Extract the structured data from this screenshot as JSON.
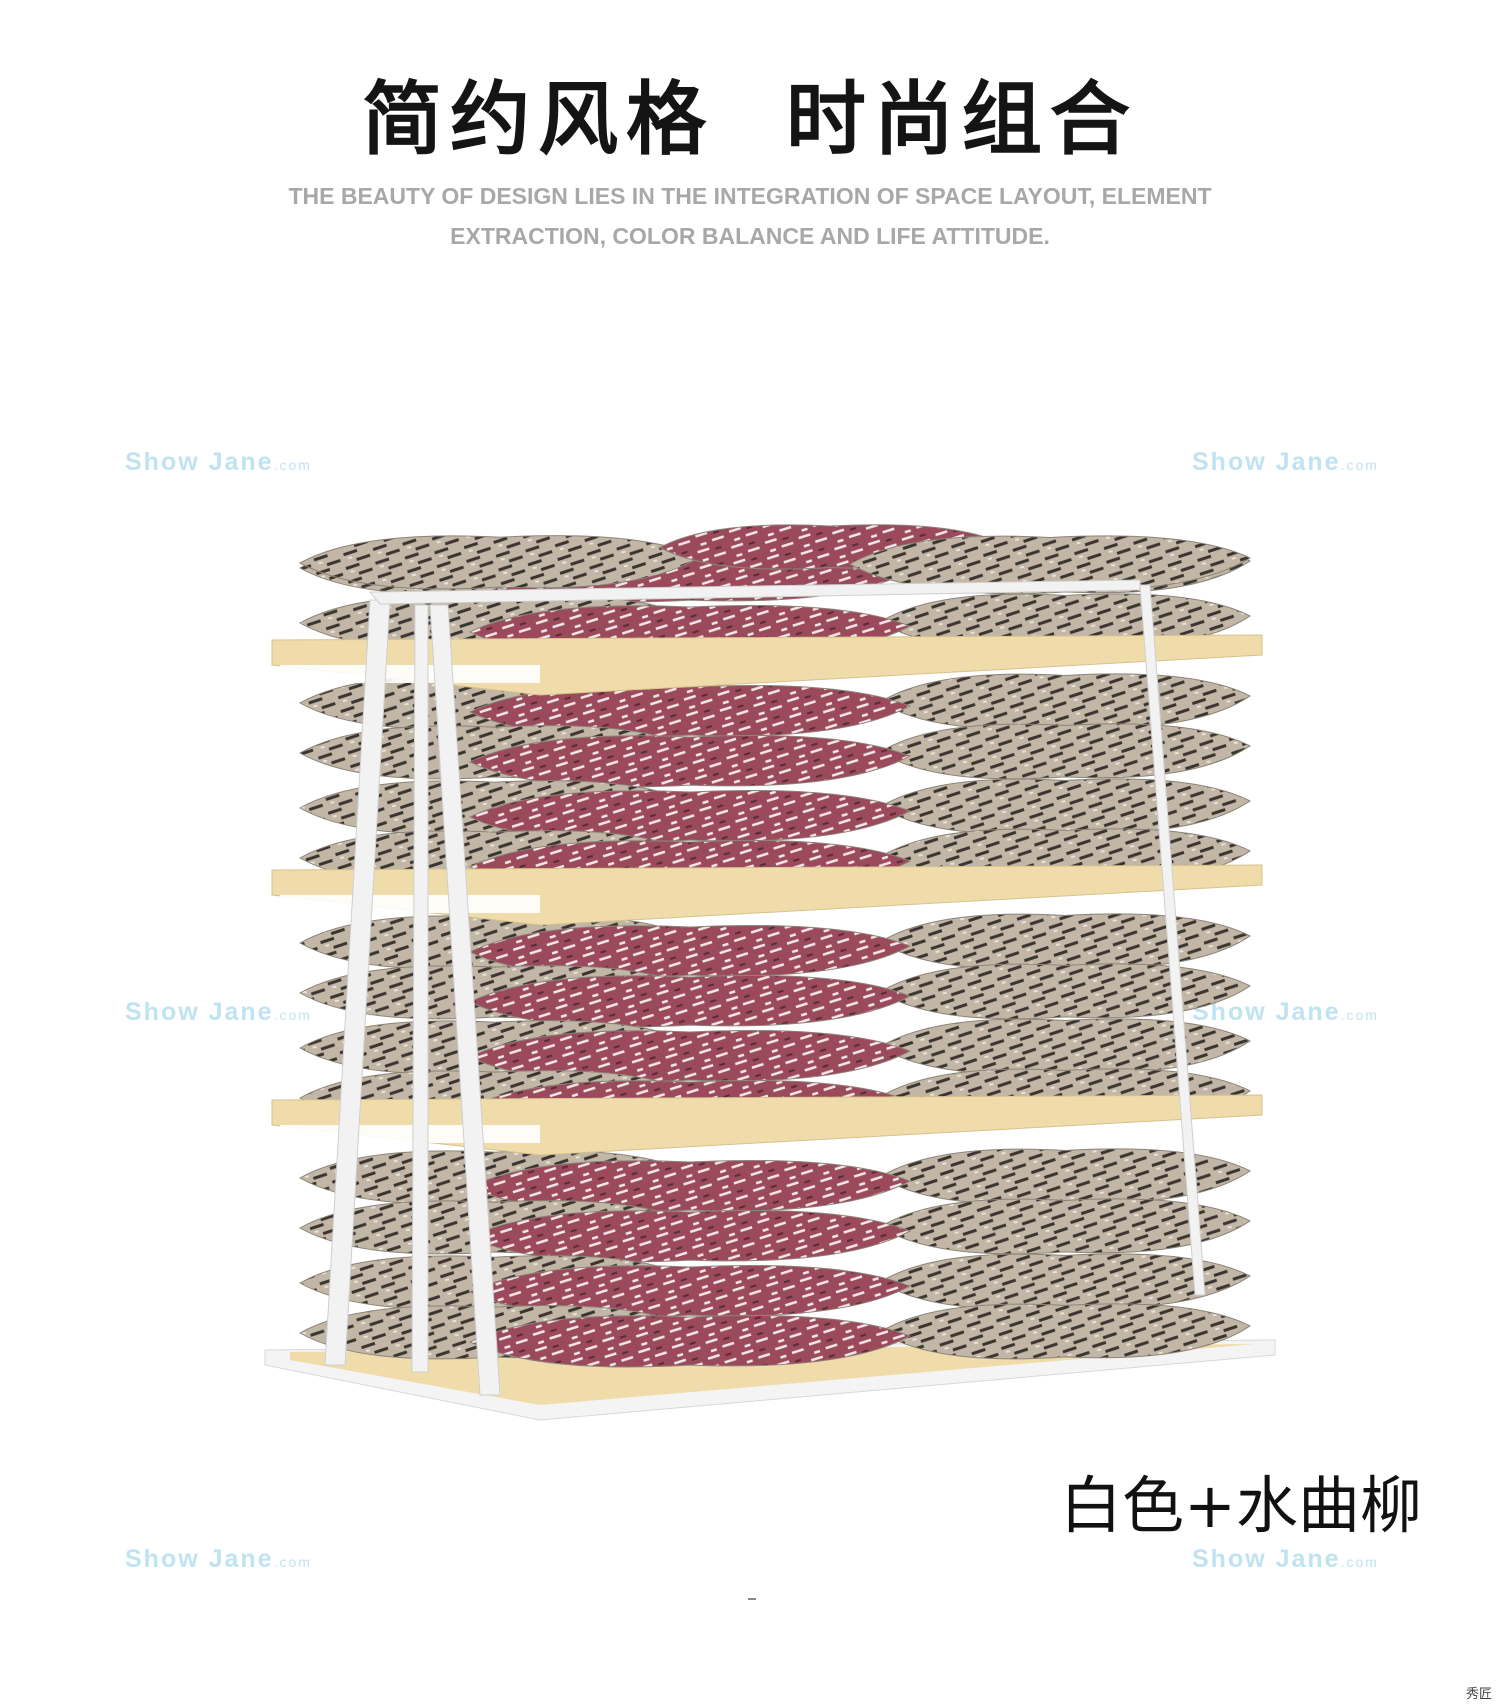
{
  "header": {
    "title": "简约风格  时尚组合",
    "subtitle_line1": "THE BEAUTY OF DESIGN LIES IN THE INTEGRATION OF SPACE LAYOUT, ELEMENT",
    "subtitle_line2": "EXTRACTION, COLOR BALANCE AND LIFE ATTITUDE."
  },
  "watermark": {
    "text": "Show Jane",
    "suffix": ".com"
  },
  "product": {
    "caption": "白色+水曲柳",
    "colors": {
      "frame": "#f2f2f2",
      "shelf": "#efdcaa",
      "pillow_red": "#9b4a5c",
      "pillow_beige": "#b9ad9c"
    }
  },
  "corner_mark": "秀匠"
}
